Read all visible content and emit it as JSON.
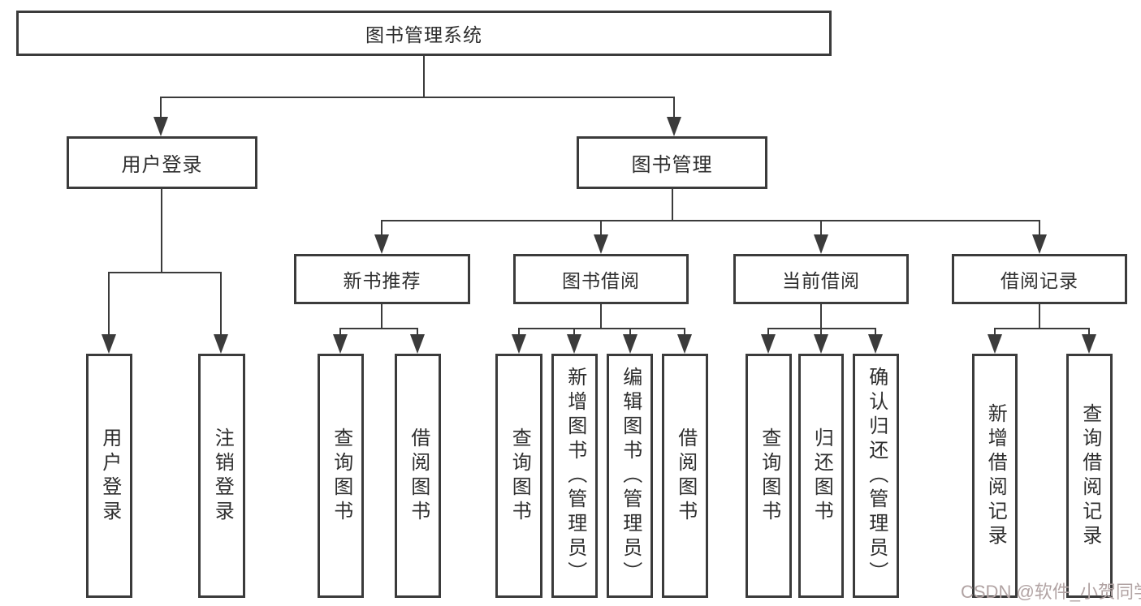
{
  "diagram_title": "图书管理系统",
  "level2": {
    "user_login": "用户登录",
    "book_management": "图书管理"
  },
  "level3": {
    "new_book_recommend": "新书推荐",
    "book_borrow": "图书借阅",
    "current_borrow": "当前借阅",
    "borrow_records": "借阅记录"
  },
  "level4": {
    "user_login": [
      "用户登录",
      "注销登录"
    ],
    "new_book_recommend": [
      "查询图书",
      "借阅图书"
    ],
    "book_borrow": [
      "查询图书",
      "新增图书（管理员）",
      "编辑图书（管理员）",
      "借阅图书"
    ],
    "current_borrow": [
      "查询图书",
      "归还图书",
      "确认归还（管理员）"
    ],
    "borrow_records": [
      "新增借阅记录",
      "查询借阅记录"
    ]
  },
  "watermark": "CSDN @软件_小贺同学",
  "colors": {
    "line": "#3b3b3b",
    "box_border": "#3b3b3b",
    "text": "#2e2e2e",
    "background": "#ffffff",
    "watermark": "#b1a3a3"
  }
}
